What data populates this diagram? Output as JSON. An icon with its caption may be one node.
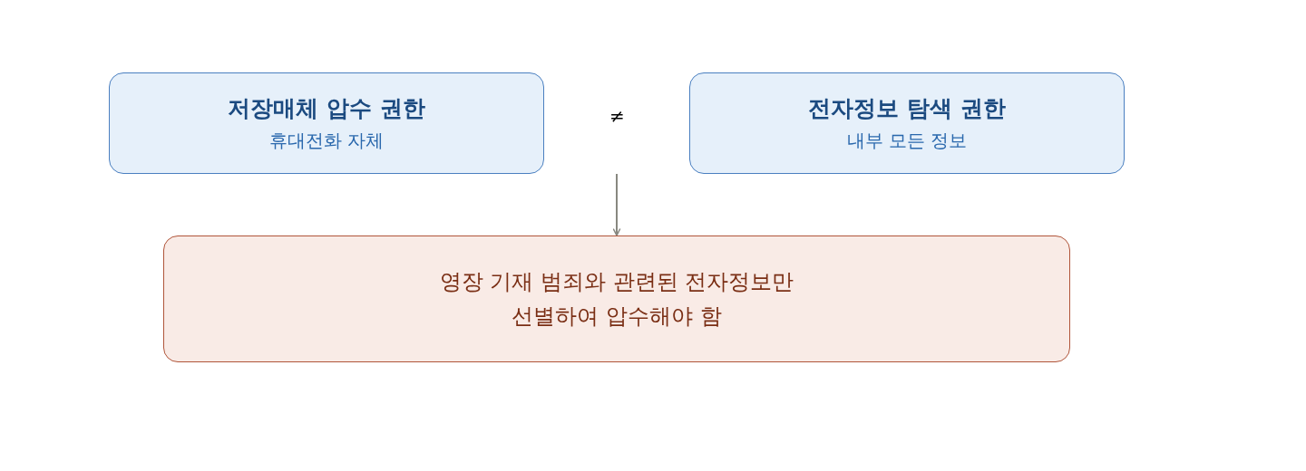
{
  "diagram": {
    "nodes": [
      {
        "text": [
          "저장매체 압수 권한",
          "휴대전화 자체"
        ]
      },
      {
        "text": [
          "전자정보 탐색 권한",
          "내부 모든 정보"
        ]
      },
      {
        "text": [
          "영장 기재 범죄와 관련된 전자정보만 선별하여 압수해야 함"
        ]
      }
    ],
    "edges": [
      {
        "from": null,
        "to": 2,
        "arrow": "to",
        "color": "#888880"
      }
    ],
    "labels": [
      "≠"
    ]
  }
}
